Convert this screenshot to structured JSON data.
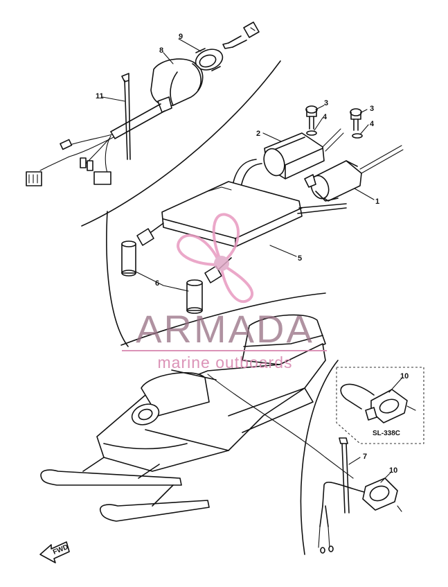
{
  "watermark": {
    "brand": "ARMADA",
    "tagline": "marine outboards",
    "colors": {
      "brand": "#9a6e82",
      "tagline": "#d787af",
      "logo": "#e89ac0"
    }
  },
  "callouts": {
    "c1": "1",
    "c2": "2",
    "c3a": "3",
    "c3b": "3",
    "c4a": "4",
    "c4b": "4",
    "c5": "5",
    "c6": "6",
    "c7": "7",
    "c8": "8",
    "c9": "9",
    "c10a": "10",
    "c10b": "10",
    "c11": "11"
  },
  "variant_box": {
    "label": "SL-338C"
  },
  "direction": {
    "label": "FWD"
  }
}
